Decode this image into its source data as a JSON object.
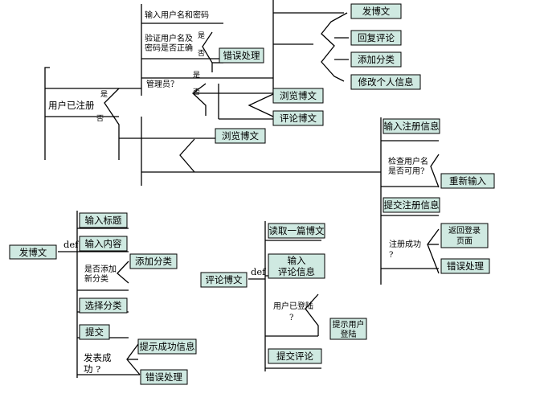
{
  "login_tree": {
    "root_label": "用户已注册",
    "yes": "是",
    "no": "否",
    "input_credentials": "输入用户名和密码",
    "verify_line1": "验证用户名及",
    "verify_line2": "密码是否正确",
    "verify_yes": "是",
    "verify_no": "否",
    "verify_error": "错误处理",
    "admin_q": "管理员？",
    "admin_yes": "是",
    "admin_no": "否",
    "admin_items": [
      "发博文",
      "回复评论",
      "添加分类",
      "修改个人信息"
    ],
    "user_browse": "浏览博文",
    "user_comment": "评论博文",
    "unregistered_browse": "浏览博文",
    "register_input": "输入注册信息",
    "check_line1": "检查用户名",
    "check_line2": "是否可用?",
    "reenter": "重新输入",
    "submit_register": "提交注册信息",
    "register_ok_line1": "注册成功",
    "register_ok_line2": "?",
    "back_login_line1": "返回登录",
    "back_login_line2": "页面",
    "register_error": "错误处理"
  },
  "post_tree": {
    "root": "发博文",
    "def": "def",
    "input_title": "输入标题",
    "input_content": "输入内容",
    "add_cat_q_line1": "是否添加",
    "add_cat_q_line2": "新分类",
    "add_category": "添加分类",
    "select_category": "选择分类",
    "submit": "提交",
    "success_line1": "发表成",
    "success_line2": "功 ?",
    "success_msg": "提示成功信息",
    "error": "错误处理"
  },
  "comment_tree": {
    "root": "评论博文",
    "def": "def",
    "read_post": "读取一篇博文",
    "input_line1": "输入",
    "input_line2": "评论信息",
    "logged_in_line1": "用户已登陆",
    "logged_in_line2": "?",
    "prompt_line1": "提示用户",
    "prompt_line2": "登陆",
    "submit_comment": "提交评论"
  }
}
